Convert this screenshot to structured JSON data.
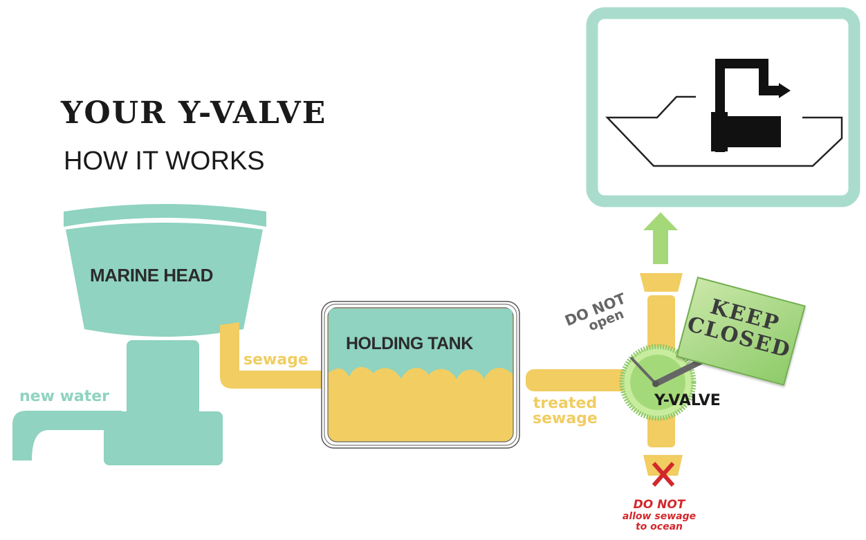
{
  "title": "YOUR Y-VALVE",
  "subtitle": "HOW IT WORKS",
  "components": {
    "marine_head": "MARINE HEAD",
    "holding_tank": "HOLDING TANK",
    "y_valve": "Y-VALVE"
  },
  "flow_labels": {
    "new_water": "new water",
    "sewage": "sewage",
    "treated_line1": "treated",
    "treated_line2": "sewage"
  },
  "valve_labels": {
    "do_not": "DO NOT",
    "open": "open"
  },
  "sign": {
    "line1": "KEEP",
    "line2": "CLOSED"
  },
  "warning": {
    "line1": "DO NOT",
    "line2": "allow sewage",
    "line3": "to ocean"
  },
  "icons": [
    "boat-pumpout-icon",
    "up-arrow-icon",
    "red-x-icon",
    "valve-handle-icon"
  ],
  "colors": {
    "teal": "#8fd3c0",
    "yellow": "#f1cd62",
    "sign_green": "#9ed27a",
    "valve_green": "#9bd36e",
    "warning_red": "#d2282c",
    "frame_teal": "#a9dccd"
  }
}
